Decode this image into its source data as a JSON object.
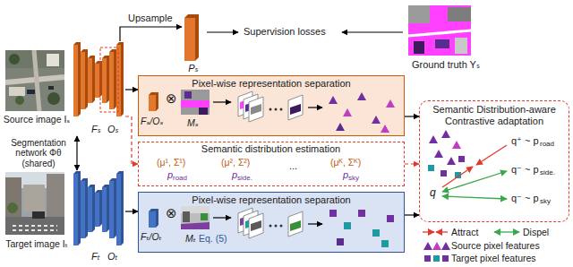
{
  "diagram": {
    "nodes": [
      {
        "text": [
          "Source image Iₛ"
        ]
      },
      {
        "text": [
          "Fₛ",
          "Oₛ"
        ]
      },
      {
        "text": [
          "Pₛ"
        ]
      },
      {
        "text": [
          "Ground truth Yₛ"
        ]
      },
      {
        "text": [
          "Pixel-wise representation separation",
          "Fₛ/Oₛ",
          "⊗",
          "Mₛ"
        ]
      },
      {
        "text": [
          "Semantic distribution estimation",
          "(μ¹, Σ¹)",
          "(μ², Σ²)",
          "...",
          "(μᴷ, Σᴷ)",
          "p",
          "road",
          "p",
          "side.",
          "p",
          "sky"
        ]
      },
      {
        "text": [
          "Target image Iₜ"
        ]
      },
      {
        "text": [
          "Fₜ",
          "Oₜ"
        ]
      },
      {
        "text": [
          "Pixel-wise representation separation",
          "Fₜ/Oₜ",
          "⊗",
          "Mₜ",
          "Eq. (5)"
        ]
      },
      {
        "text": [
          "Semantic Distribution-aware Contrastive adaptation",
          "q⁺ ~ p",
          "road",
          "q⁻ ~ p",
          "side.",
          "q⁻ ~ p",
          "sky",
          "q"
        ]
      }
    ],
    "edges": [
      {
        "from": 1,
        "to": 2,
        "arrow": "to",
        "label": "Upsample"
      },
      {
        "from": 1,
        "to": 4,
        "arrow": "to"
      },
      {
        "from": 1,
        "to": 5,
        "arrow": "to"
      },
      {
        "from": 5,
        "to": 9,
        "arrow": "to"
      },
      {
        "from": 4,
        "to": 9,
        "arrow": "to"
      },
      {
        "from": 8,
        "to": 9,
        "arrow": "to"
      },
      {
        "from": 7,
        "to": 8,
        "arrow": "to"
      },
      {
        "from": 1,
        "to": 7,
        "arrow": "both",
        "label": "Segmentation network Φθ (shared)"
      }
    ],
    "labels": [
      "Supervision losses"
    ],
    "legend": [
      {
        "text": "Attract"
      },
      {
        "text": "Dispel"
      },
      {
        "text": "Source pixel features"
      },
      {
        "text": "Target pixel features"
      }
    ]
  }
}
